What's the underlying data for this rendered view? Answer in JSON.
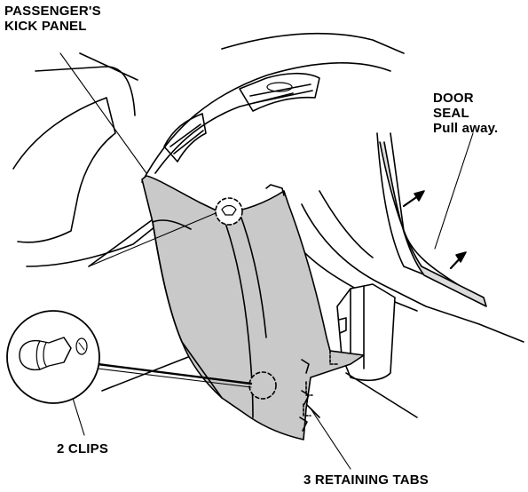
{
  "labels": {
    "kick_panel_line1": "PASSENGER'S",
    "kick_panel_line2": "KICK PANEL",
    "door_seal_line1": "DOOR",
    "door_seal_line2": "SEAL",
    "door_seal_line3": "Pull away.",
    "clips": "2 CLIPS",
    "retaining_tabs": "3 RETAINING TABS"
  },
  "colors": {
    "panel_fill": "#c9c9c9",
    "line": "#000000",
    "background": "#ffffff"
  }
}
